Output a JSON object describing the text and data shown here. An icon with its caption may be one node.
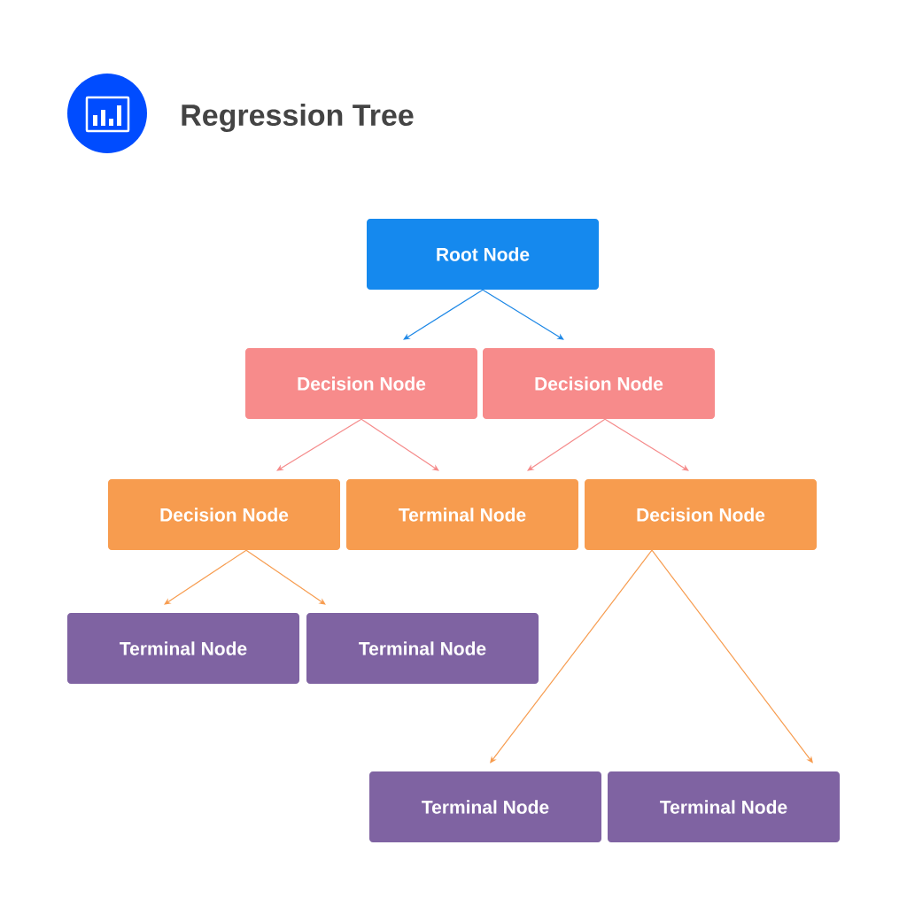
{
  "diagram": {
    "title": "Regression Tree",
    "nodes": [
      {
        "text": [
          "Root Node"
        ]
      },
      {
        "text": [
          "Decision Node"
        ]
      },
      {
        "text": [
          "Decision Node"
        ]
      },
      {
        "text": [
          "Decision Node"
        ]
      },
      {
        "text": [
          "Terminal Node"
        ]
      },
      {
        "text": [
          "Decision Node"
        ]
      },
      {
        "text": [
          "Terminal Node"
        ]
      },
      {
        "text": [
          "Terminal Node"
        ]
      },
      {
        "text": [
          "Terminal Node"
        ]
      },
      {
        "text": [
          "Terminal Node"
        ]
      }
    ],
    "edges": [
      {
        "from": 0,
        "to": 1,
        "arrow": "to",
        "color": "#1a86e6"
      },
      {
        "from": 0,
        "to": 2,
        "arrow": "to",
        "color": "#1a86e6"
      },
      {
        "from": 1,
        "to": 3,
        "arrow": "to",
        "color": "#f58a8a"
      },
      {
        "from": 1,
        "to": 4,
        "arrow": "to",
        "color": "#f58a8a"
      },
      {
        "from": 2,
        "to": 4,
        "arrow": "to",
        "color": "#f58a8a"
      },
      {
        "from": 2,
        "to": 5,
        "arrow": "to",
        "color": "#f58a8a"
      },
      {
        "from": 3,
        "to": 6,
        "arrow": "to"
      },
      {
        "from": 3,
        "to": 7,
        "arrow": "to"
      },
      {
        "from": 5,
        "to": 8,
        "arrow": "to"
      },
      {
        "from": 5,
        "to": 9,
        "arrow": "to"
      }
    ]
  }
}
